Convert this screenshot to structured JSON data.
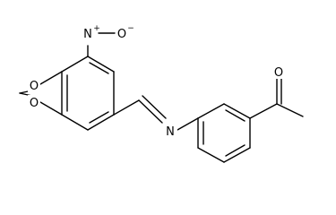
{
  "structure": {
    "atoms": {
      "nitro_n": "N",
      "nitro_n_charge": "+",
      "nitro_o": "O",
      "nitro_o_charge": "−",
      "dioxole_o_top": "O",
      "dioxole_o_bottom": "O",
      "imine_n": "N",
      "ketone_o": "O"
    }
  }
}
